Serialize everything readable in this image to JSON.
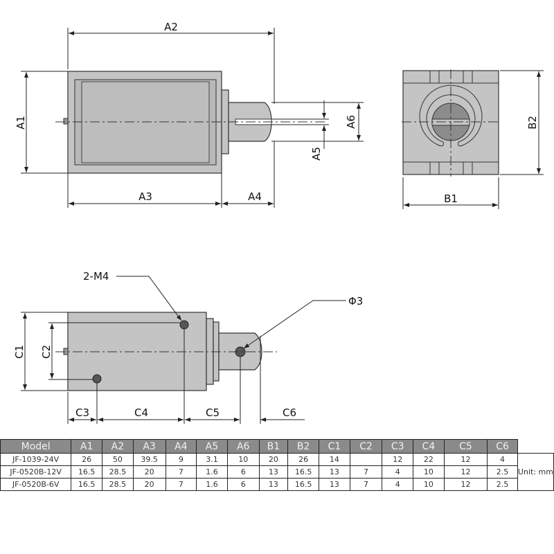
{
  "drawing": {
    "side_view_labels": {
      "a1": "A1",
      "a2": "A2",
      "a3": "A3",
      "a4": "A4",
      "a5": "A5",
      "a6": "A6"
    },
    "front_view_labels": {
      "b1": "B1",
      "b2": "B2"
    },
    "bottom_view_labels": {
      "c1": "C1",
      "c2": "C2",
      "c3": "C3",
      "c4": "C4",
      "c5": "C5",
      "c6": "C6",
      "holes": "2-M4",
      "pin_hole": "Φ3"
    }
  },
  "table": {
    "headers": [
      "Model",
      "A1",
      "A2",
      "A3",
      "A4",
      "A5",
      "A6",
      "B1",
      "B2",
      "C1",
      "C2",
      "C3",
      "C4",
      "C5",
      "C6"
    ],
    "rows": [
      [
        "JF-1039-24V",
        "26",
        "50",
        "39.5",
        "9",
        "3.1",
        "10",
        "20",
        "26",
        "14",
        "",
        "12",
        "22",
        "12",
        "4"
      ],
      [
        "JF-0520B-12V",
        "16.5",
        "28.5",
        "20",
        "7",
        "1.6",
        "6",
        "13",
        "16.5",
        "13",
        "7",
        "4",
        "10",
        "12",
        "2.5"
      ],
      [
        "JF-0520B-6V",
        "16.5",
        "28.5",
        "20",
        "7",
        "1.6",
        "6",
        "13",
        "16.5",
        "13",
        "7",
        "4",
        "10",
        "12",
        "2.5"
      ]
    ],
    "unit": "Unit: mm"
  },
  "colors": {
    "body": "#c4c4c4",
    "header": "#8a8a8a",
    "plunger_dark": "#8c8c8c"
  }
}
